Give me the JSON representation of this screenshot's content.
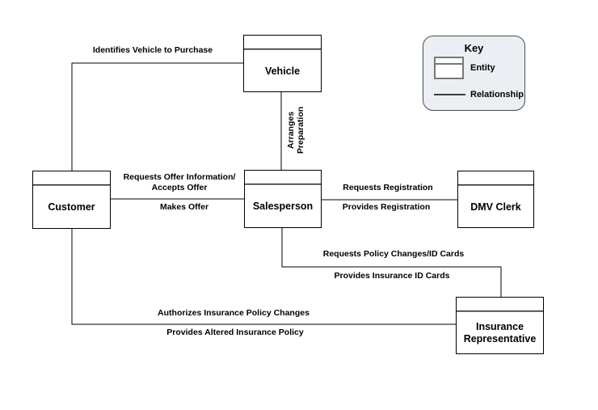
{
  "entities": {
    "vehicle": "Vehicle",
    "customer": "Customer",
    "salesperson": "Salesperson",
    "dmv_clerk": "DMV Clerk",
    "insurance_rep": "Insurance Representative"
  },
  "labels": {
    "identifies_vehicle": "Identifies Vehicle to Purchase",
    "arranges_line1": "Arranges",
    "arranges_line2": "Preparation",
    "offer_above1": "Requests Offer Information/",
    "offer_above2": "Accepts Offer",
    "offer_below": "Makes Offer",
    "registration_above": "Requests Registration",
    "registration_below": "Provides Registration",
    "policy_cards_above": "Requests Policy Changes/ID Cards",
    "policy_cards_below": "Provides Insurance ID Cards",
    "policy_changes_above": "Authorizes Insurance Policy Changes",
    "policy_changes_below": "Provides Altered Insurance Policy"
  },
  "key": {
    "title": "Key",
    "entity_label": "Entity",
    "relationship_label": "Relationship"
  },
  "colors": {
    "line": "#000000",
    "key_background": "#ebeff3",
    "key_border": "#4d4d4d"
  }
}
